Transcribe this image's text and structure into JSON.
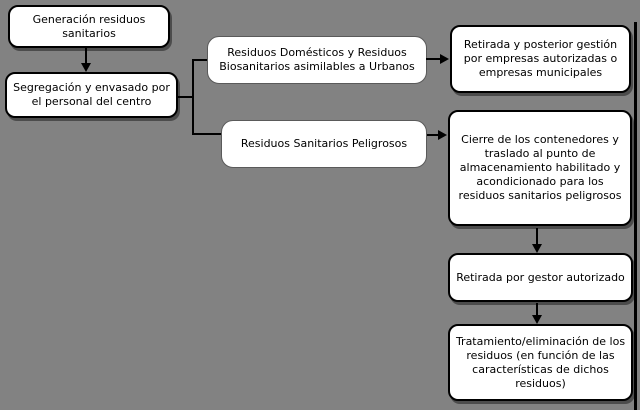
{
  "diagram": {
    "type": "flowchart",
    "background_color": "#828282",
    "box_fill_color": "#ffffff",
    "box_border_color": "#000000",
    "connector_color": "#000000"
  },
  "nodes": [
    {
      "id": "generacion-residuos",
      "label": "Generación residuos sanitarios"
    },
    {
      "id": "segregacion-envasado",
      "label": "Segregación y envasado por el personal del centro"
    },
    {
      "id": "residuos-domesticos",
      "label": "Residuos Domésticos y Residuos Biosanitarios asimilables a Urbanos"
    },
    {
      "id": "residuos-peligrosos",
      "label": "Residuos Sanitarios Peligrosos"
    },
    {
      "id": "retirada-empresas",
      "label": "Retirada y posterior gestión por empresas autorizadas o empresas municipales"
    },
    {
      "id": "cierre-contenedores",
      "label": "Cierre de los contenedores y traslado al punto de almacenamiento habilitado y acondicionado para los residuos  sanitarios peligrosos"
    },
    {
      "id": "retirada-gestor",
      "label": "Retirada por gestor autorizado"
    },
    {
      "id": "tratamiento",
      "label": "Tratamiento/eliminación de los residuos  (en función de las características de dichos residuos)"
    }
  ],
  "edges": [
    {
      "from": "generacion-residuos",
      "to": "segregacion-envasado",
      "style": "arrow-down"
    },
    {
      "from": "segregacion-envasado",
      "to": "residuos-domesticos",
      "style": "elbow"
    },
    {
      "from": "segregacion-envasado",
      "to": "residuos-peligrosos",
      "style": "elbow"
    },
    {
      "from": "residuos-domesticos",
      "to": "retirada-empresas",
      "style": "arrow-right"
    },
    {
      "from": "residuos-peligrosos",
      "to": "cierre-contenedores",
      "style": "arrow-right"
    },
    {
      "from": "cierre-contenedores",
      "to": "retirada-gestor",
      "style": "arrow-down"
    },
    {
      "from": "retirada-gestor",
      "to": "tratamiento",
      "style": "arrow-down"
    }
  ]
}
